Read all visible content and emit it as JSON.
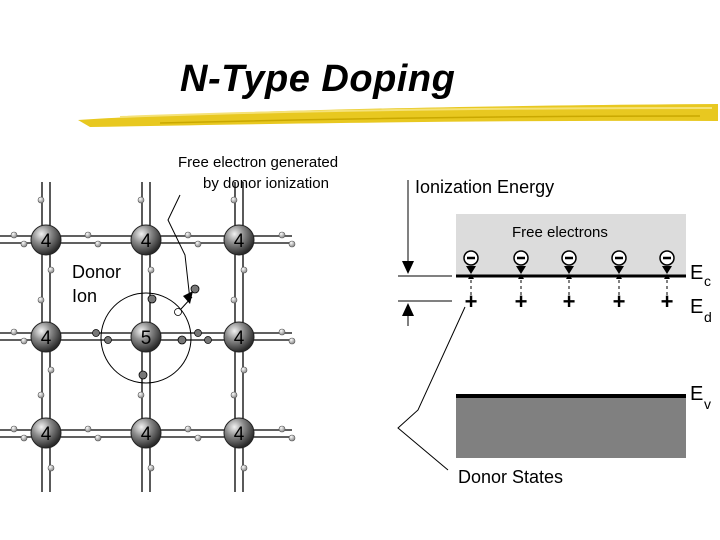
{
  "slide": {
    "title": "N-Type Doping",
    "underline_color": "#e8c820"
  },
  "lattice": {
    "atom_value_host": "4",
    "atom_value_donor": "5",
    "donor_label_line1": "Donor",
    "donor_label_line2": "Ion",
    "free_electron_caption_line1": "Free electron generated",
    "free_electron_caption_line2": "by donor ionization"
  },
  "band_diagram": {
    "ionization_energy_label": "Ionization Energy",
    "free_electrons_label": "Free electrons",
    "conduction_band_label": "E",
    "conduction_band_subscript": "c",
    "donor_level_label": "E",
    "donor_level_subscript": "d",
    "valence_band_label": "E",
    "valence_band_subscript": "v",
    "donor_states_label": "Donor States",
    "electron_symbol": "−",
    "ion_symbol": "+",
    "colors": {
      "conduction_region": "#dcdcdc",
      "valence_region": "#808080",
      "band_edge": "#000000"
    }
  }
}
